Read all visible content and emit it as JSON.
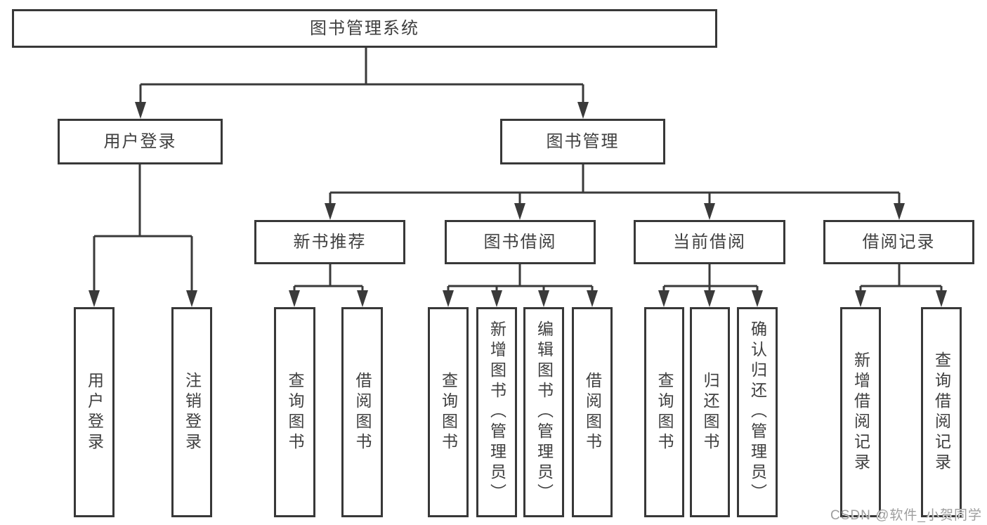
{
  "tree": {
    "root": {
      "label": "图书管理系统",
      "children": [
        {
          "label": "用户登录",
          "children": [
            {
              "label": "用户登录"
            },
            {
              "label": "注销登录"
            }
          ]
        },
        {
          "label": "图书管理",
          "children": [
            {
              "label": "新书推荐",
              "children": [
                {
                  "label": "查询图书"
                },
                {
                  "label": "借阅图书"
                }
              ]
            },
            {
              "label": "图书借阅",
              "children": [
                {
                  "label": "查询图书"
                },
                {
                  "label": "新增图书（管理员）"
                },
                {
                  "label": "编辑图书（管理员）"
                },
                {
                  "label": "借阅图书"
                }
              ]
            },
            {
              "label": "当前借阅",
              "children": [
                {
                  "label": "查询图书"
                },
                {
                  "label": "归还图书"
                },
                {
                  "label": "确认归还（管理员）"
                }
              ]
            },
            {
              "label": "借阅记录",
              "children": [
                {
                  "label": "新增借阅记录"
                },
                {
                  "label": "查询借阅记录"
                }
              ]
            }
          ]
        }
      ]
    }
  },
  "watermark": {
    "text": "CSDN @软件_小贺同学"
  },
  "colors": {
    "line": "#3a3a3a",
    "border": "#383838",
    "text": "#3f3f3f",
    "watermark": "#9e9e9e",
    "background": "#ffffff"
  }
}
